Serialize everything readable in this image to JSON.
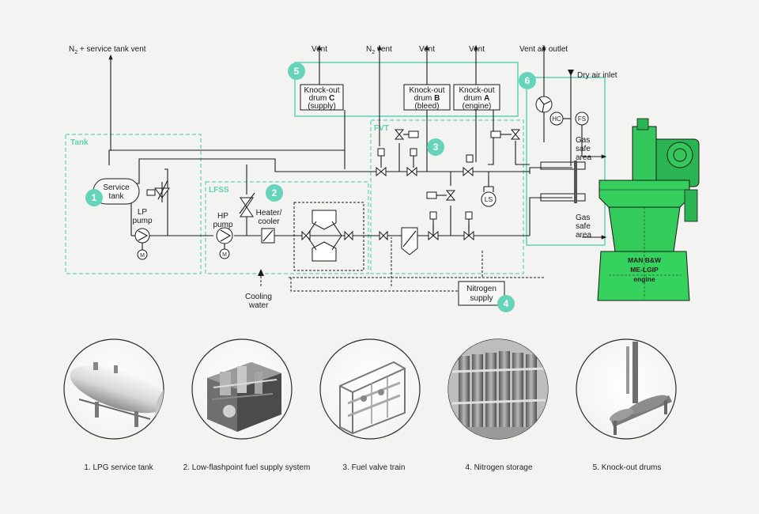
{
  "labels": {
    "n2_service_vent_pre": "N",
    "n2_service_vent_sub": "2",
    "n2_service_vent_post": " + service tank vent",
    "vent_1": "Vent",
    "n2_vent_pre": "N",
    "n2_vent_sub": "2",
    "n2_vent_post": " vent",
    "vent_2": "Vent",
    "vent_3": "Vent",
    "vent_air_outlet": "Vent air outlet",
    "dry_air_inlet": "Dry air inlet",
    "tank_zone": "Tank",
    "lfss_zone": "LFSS",
    "fvt_zone": "FVT",
    "service_tank_line1": "Service",
    "service_tank_line2": "tank",
    "lp_pump_line1": "LP",
    "lp_pump_line2": "pump",
    "hp_pump_line1": "HP",
    "hp_pump_line2": "pump",
    "heater_line1": "Heater/",
    "heater_line2": "cooler",
    "cooling_water_line1": "Cooling",
    "cooling_water_line2": "water",
    "kod_c_line1": "Knock-out",
    "kod_c_line2_pre": "drum ",
    "kod_c_line2_bold": "C",
    "kod_c_line3": "(supply)",
    "kod_b_line1": "Knock-out",
    "kod_b_line2_pre": "drum ",
    "kod_b_line2_bold": "B",
    "kod_b_line3": "(bleed)",
    "kod_a_line1": "Knock-out",
    "kod_a_line2_pre": "drum ",
    "kod_a_line2_bold": "A",
    "kod_a_line3": "(engine)",
    "nitrogen_line1": "Nitrogen",
    "nitrogen_line2": "supply",
    "gas_safe_1_line1": "Gas",
    "gas_safe_1_line2": "safe",
    "gas_safe_1_line3": "area",
    "gas_safe_2_line1": "Gas",
    "gas_safe_2_line2": "safe",
    "gas_safe_2_line3": "area",
    "hc": "HC",
    "fs": "FS",
    "ls": "LS",
    "motor_m": "M",
    "engine_line1": "MAN B&W",
    "engine_line2": "ME-LGIP",
    "engine_line3": "engine"
  },
  "markers": [
    "1",
    "2",
    "3",
    "4",
    "5",
    "6"
  ],
  "captions": [
    "1. LPG service tank",
    "2. Low-flashpoint fuel supply system",
    "3. Fuel valve train",
    "4. Nitrogen storage",
    "5. Knock-out drums"
  ],
  "colors": {
    "accent": "#66d4bb",
    "engine": "#2fd35a",
    "line": "#1a1a1a",
    "background": "#f3f3f2"
  }
}
